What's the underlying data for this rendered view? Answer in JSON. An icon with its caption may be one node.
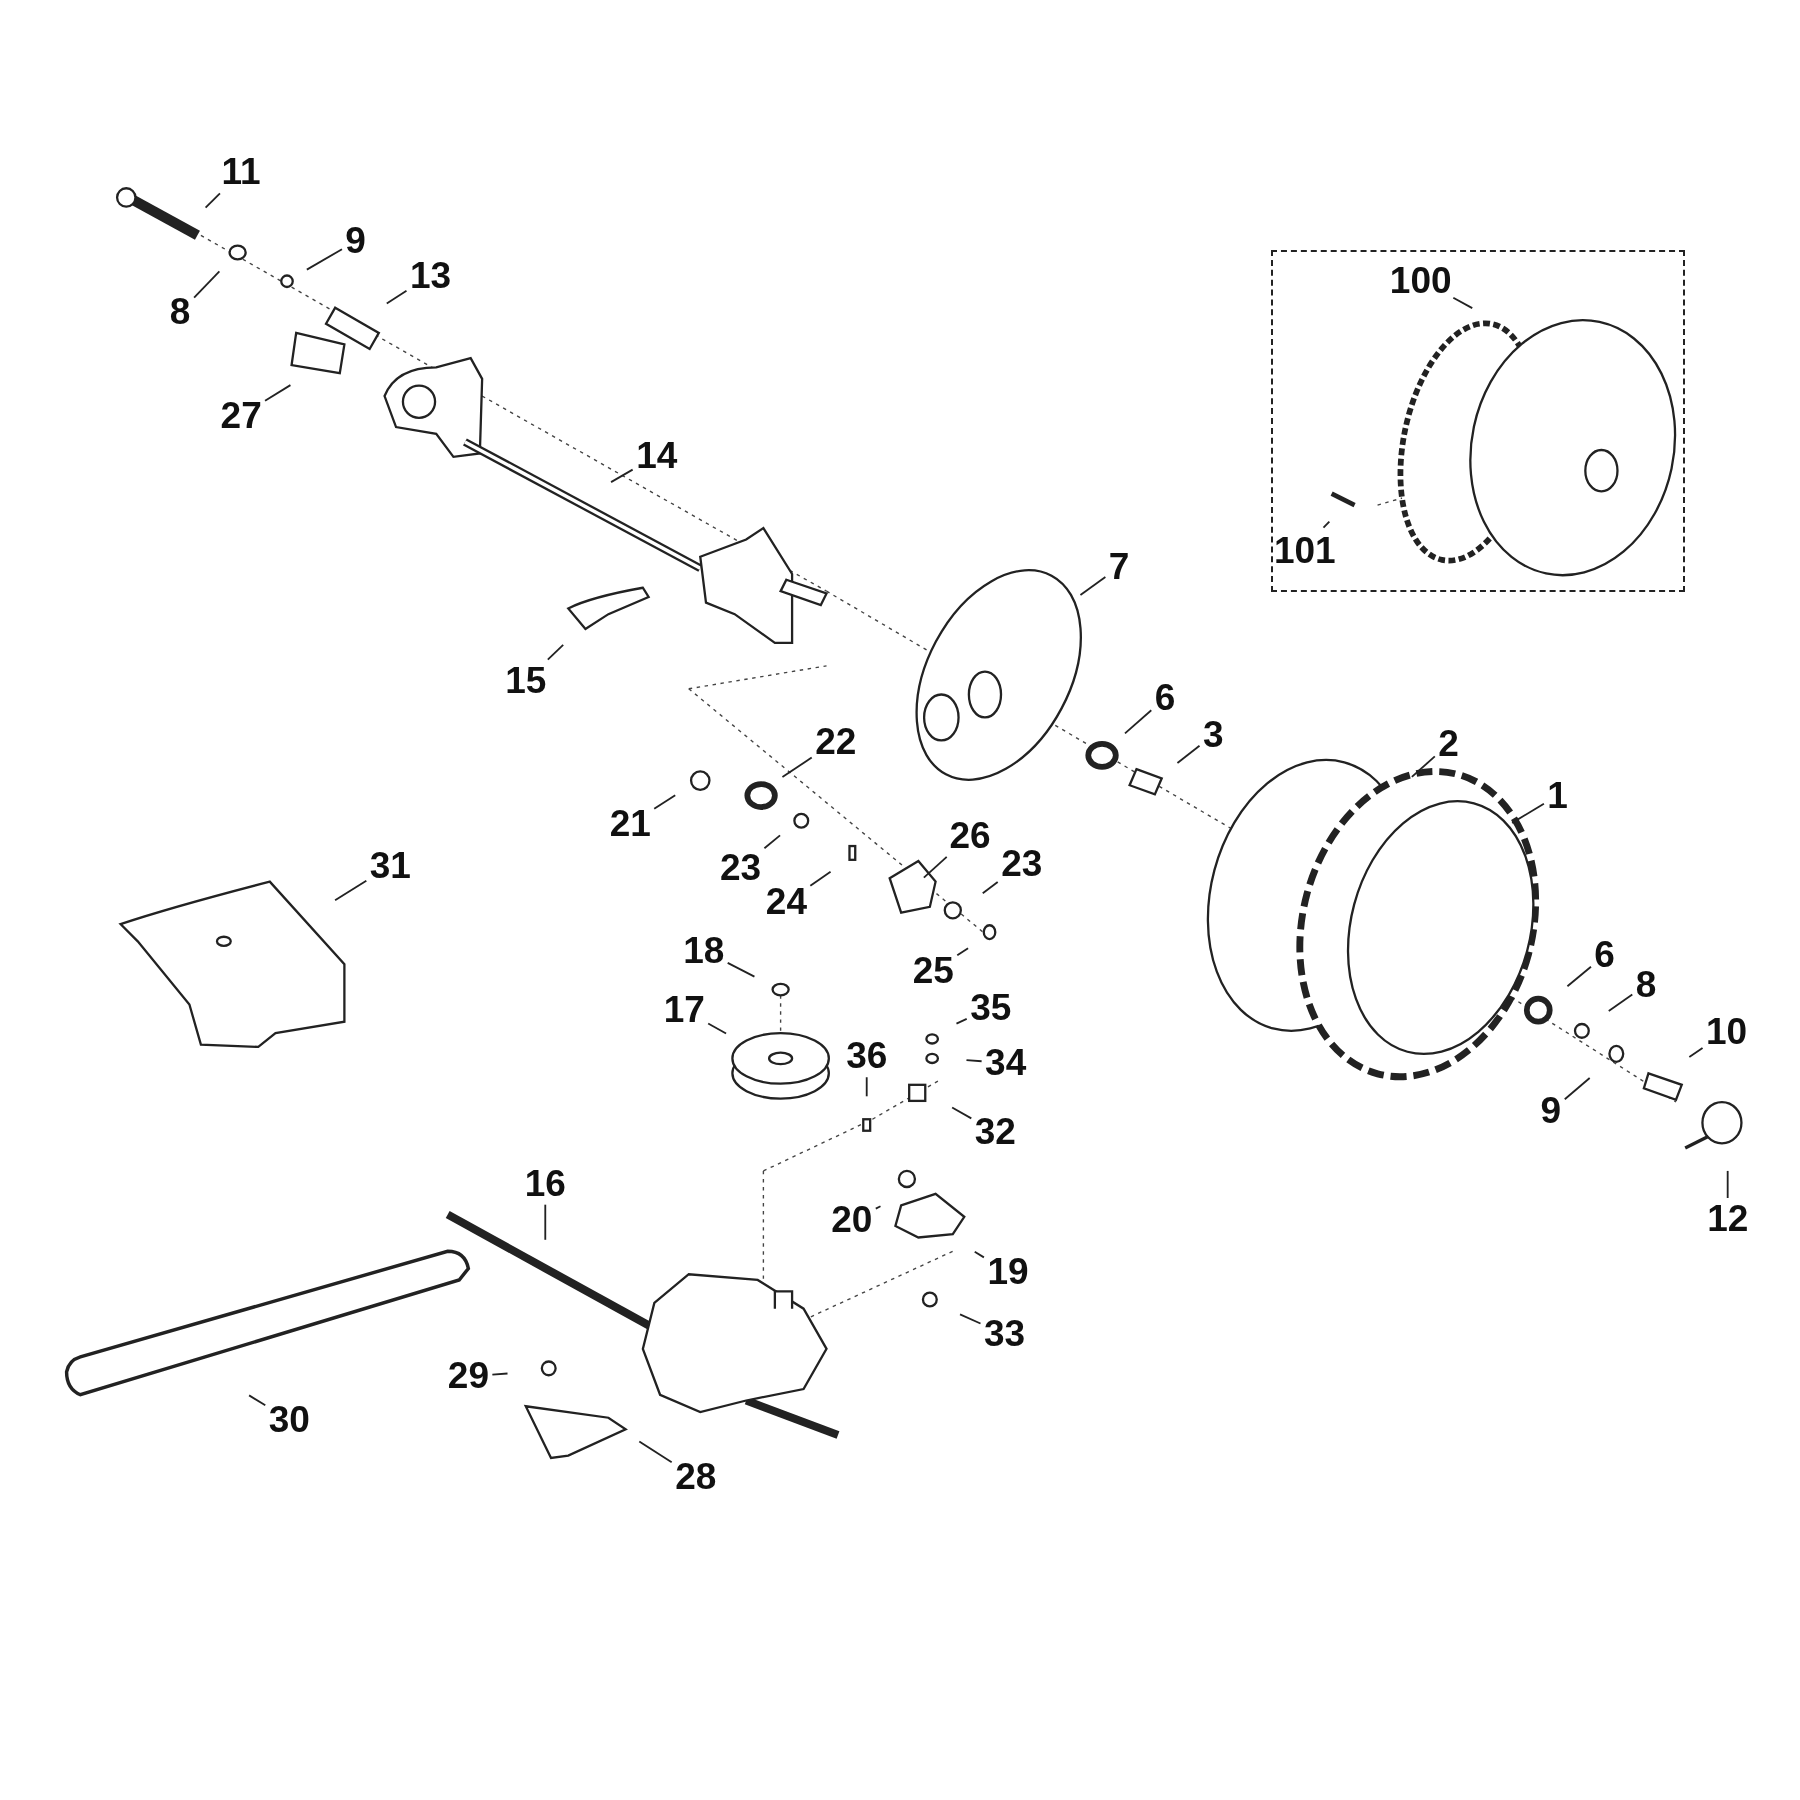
{
  "diagram": {
    "nodes": [
      {
        "text": [],
        "shape": "box"
      },
      {
        "text": [
          "11"
        ]
      },
      {
        "text": [
          "9"
        ]
      },
      {
        "text": [
          "13"
        ]
      },
      {
        "text": [
          "8"
        ]
      },
      {
        "text": [
          "100"
        ],
        "in": 0
      },
      {
        "text": [
          "27"
        ]
      },
      {
        "text": [
          "14"
        ]
      },
      {
        "text": [
          "101"
        ],
        "in": 0
      },
      {
        "text": [
          "7"
        ]
      },
      {
        "text": [
          "15"
        ]
      },
      {
        "text": [
          "6"
        ]
      },
      {
        "text": [
          "3"
        ]
      },
      {
        "text": [
          "22"
        ]
      },
      {
        "text": [
          "2"
        ]
      },
      {
        "text": [
          "1"
        ]
      },
      {
        "text": [
          "21"
        ]
      },
      {
        "text": [
          "26"
        ]
      },
      {
        "text": [
          "31"
        ]
      },
      {
        "text": [
          "23"
        ]
      },
      {
        "text": [
          "23"
        ]
      },
      {
        "text": [
          "24"
        ]
      },
      {
        "text": [
          "18"
        ]
      },
      {
        "text": [
          "6"
        ]
      },
      {
        "text": [
          "25"
        ]
      },
      {
        "text": [
          "8"
        ]
      },
      {
        "text": [
          "35"
        ]
      },
      {
        "text": [
          "17"
        ]
      },
      {
        "text": [
          "10"
        ]
      },
      {
        "text": [
          "36"
        ]
      },
      {
        "text": [
          "34"
        ]
      },
      {
        "text": [
          "9"
        ]
      },
      {
        "text": [
          "32"
        ]
      },
      {
        "text": [
          "16"
        ]
      },
      {
        "text": [
          "20"
        ]
      },
      {
        "text": [
          "12"
        ]
      },
      {
        "text": [
          "19"
        ]
      },
      {
        "text": [
          "33"
        ]
      },
      {
        "text": [
          "29"
        ]
      },
      {
        "text": [
          "30"
        ]
      },
      {
        "text": [
          "28"
        ]
      }
    ],
    "edges": [
      {
        "from": 1,
        "to": null,
        "arrow": "none"
      },
      {
        "from": 2,
        "to": null,
        "arrow": "none"
      },
      {
        "from": 3,
        "to": null,
        "arrow": "none"
      },
      {
        "from": 4,
        "to": null,
        "arrow": "none"
      },
      {
        "from": 5,
        "to": null,
        "arrow": "none"
      },
      {
        "from": 6,
        "to": null,
        "arrow": "none"
      },
      {
        "from": 7,
        "to": null,
        "arrow": "none"
      },
      {
        "from": 8,
        "to": null,
        "arrow": "none"
      },
      {
        "from": 9,
        "to": null,
        "arrow": "none"
      },
      {
        "from": 10,
        "to": null,
        "arrow": "none"
      },
      {
        "from": 11,
        "to": null,
        "arrow": "none"
      },
      {
        "from": 12,
        "to": null,
        "arrow": "none"
      },
      {
        "from": 13,
        "to": null,
        "arrow": "none"
      },
      {
        "from": 14,
        "to": null,
        "arrow": "none"
      },
      {
        "from": 15,
        "to": null,
        "arrow": "none"
      },
      {
        "from": 16,
        "to": null,
        "arrow": "none"
      },
      {
        "from": 17,
        "to": null,
        "arrow": "none"
      },
      {
        "from": 18,
        "to": null,
        "arrow": "none"
      },
      {
        "from": 19,
        "to": null,
        "arrow": "none"
      },
      {
        "from": 20,
        "to": null,
        "arrow": "none"
      },
      {
        "from": 21,
        "to": null,
        "arrow": "none"
      },
      {
        "from": 22,
        "to": null,
        "arrow": "none"
      },
      {
        "from": 23,
        "to": null,
        "arrow": "none"
      },
      {
        "from": 24,
        "to": null,
        "arrow": "none"
      },
      {
        "from": 25,
        "to": null,
        "arrow": "none"
      },
      {
        "from": 26,
        "to": null,
        "arrow": "none"
      },
      {
        "from": 27,
        "to": null,
        "arrow": "none"
      },
      {
        "from": 28,
        "to": null,
        "arrow": "none"
      },
      {
        "from": 29,
        "to": null,
        "arrow": "none"
      },
      {
        "from": 30,
        "to": null,
        "arrow": "none"
      },
      {
        "from": 31,
        "to": null,
        "arrow": "none"
      },
      {
        "from": 32,
        "to": null,
        "arrow": "none"
      },
      {
        "from": 33,
        "to": null,
        "arrow": "none"
      },
      {
        "from": 34,
        "to": null,
        "arrow": "none"
      },
      {
        "from": 35,
        "to": null,
        "arrow": "none"
      },
      {
        "from": 36,
        "to": null,
        "arrow": "none"
      },
      {
        "from": 37,
        "to": null,
        "arrow": "none"
      },
      {
        "from": 38,
        "to": null,
        "arrow": "none"
      },
      {
        "from": 39,
        "to": null,
        "arrow": "none"
      },
      {
        "from": 40,
        "to": null,
        "arrow": "none"
      }
    ]
  }
}
